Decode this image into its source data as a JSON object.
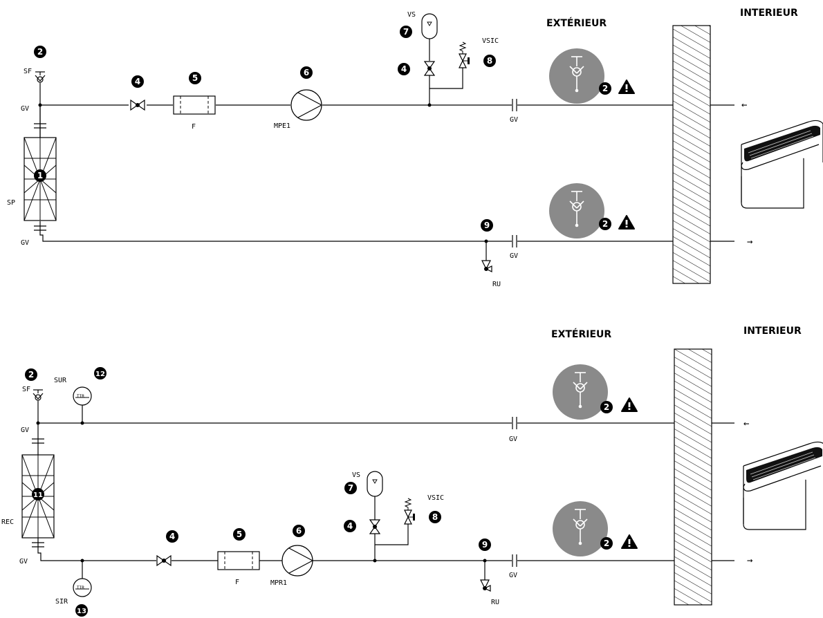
{
  "labels": {
    "exterieur": "EXTÉRIEUR",
    "interieur": "INTERIEUR",
    "sf": "SF",
    "gv": "GV",
    "sp": "SP",
    "rec": "REC",
    "f": "F",
    "mpe1": "MPE1",
    "mpr1": "MPR1",
    "vs": "VS",
    "vsic": "VSIC",
    "ru": "RU",
    "sur": "SUR",
    "sir": "SIR",
    "tir": "TIR"
  },
  "markers": {
    "m1": "1",
    "m2": "2",
    "m4": "4",
    "m5": "5",
    "m6": "6",
    "m7": "7",
    "m8": "8",
    "m9": "9",
    "m11": "11",
    "m12": "12",
    "m13": "13"
  },
  "arrows": {
    "left": "←",
    "right": "→"
  },
  "icons": [
    "air-vent-valve-icon",
    "warning-icon",
    "fan-coil-unit-icon",
    "pump-icon",
    "filter-icon",
    "expansion-vessel-icon",
    "safety-valve-icon",
    "thermometer-icon",
    "heat-exchanger-icon"
  ],
  "colors": {
    "line": "#000000",
    "vent_disc": "#8a8a8a",
    "wall_hatch": "#000000"
  }
}
